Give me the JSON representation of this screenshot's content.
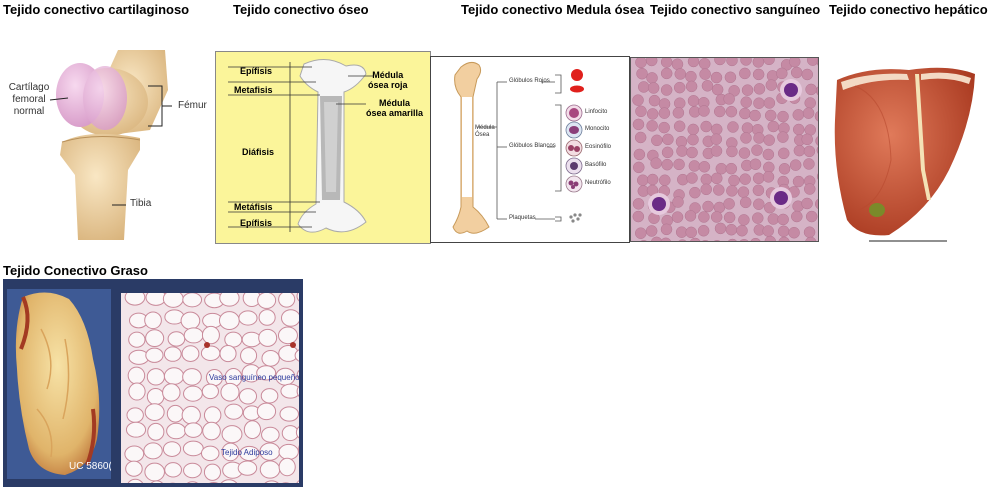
{
  "headings": {
    "cartilaginoso": "Tejido conectivo cartilaginoso",
    "oseo": "Tejido conectivo óseo",
    "medula": "Tejido conectivo Medula ósea",
    "sanguineo": "Tejido conectivo sanguíneo",
    "hepatico": "Tejido conectivo hepático",
    "graso": "Tejido Conectivo Graso"
  },
  "knee": {
    "cartilage_l1": "Cartílago",
    "cartilage_l2": "femoral",
    "cartilage_l3": "normal",
    "femur": "Fémur",
    "tibia": "Tibia"
  },
  "bone": {
    "epifisis_top": "Epífisis",
    "metafisis_top": "Metafisis",
    "diafisis": "Diáfisis",
    "metafisis_bottom": "Metáfisis",
    "epifisis_bottom": "Epífisis",
    "red_marrow_l1": "Médula",
    "red_marrow_l2": "ósea roja",
    "yellow_marrow_l1": "Médula",
    "yellow_marrow_l2": "ósea amarilla"
  },
  "marrow": {
    "center_l1": "Médula",
    "center_l2": "Ósea",
    "red_cells": "Glóbulos Rojos",
    "white_cells": "Glóbulos Blancos",
    "platelets": "Plaquetas",
    "linfocito": "Linfocito",
    "monocito": "Monocito",
    "eosinofilo": "Eosinófilo",
    "basofilo": "Basófilo",
    "neutrofilo": "Neutrófilo"
  },
  "fat": {
    "specimen_code": "UC 5860(",
    "vessel_label": "Vaso sanguíneo pequeño",
    "tissue_label": "Tejido Adiposo"
  },
  "colors": {
    "bone_panel_bg": "#fbf59a",
    "blood_bg": "#d5b3c6",
    "fat_frame": "#2a3b66",
    "liver": "#c9563a",
    "cartilage": "#e8b3dc"
  }
}
